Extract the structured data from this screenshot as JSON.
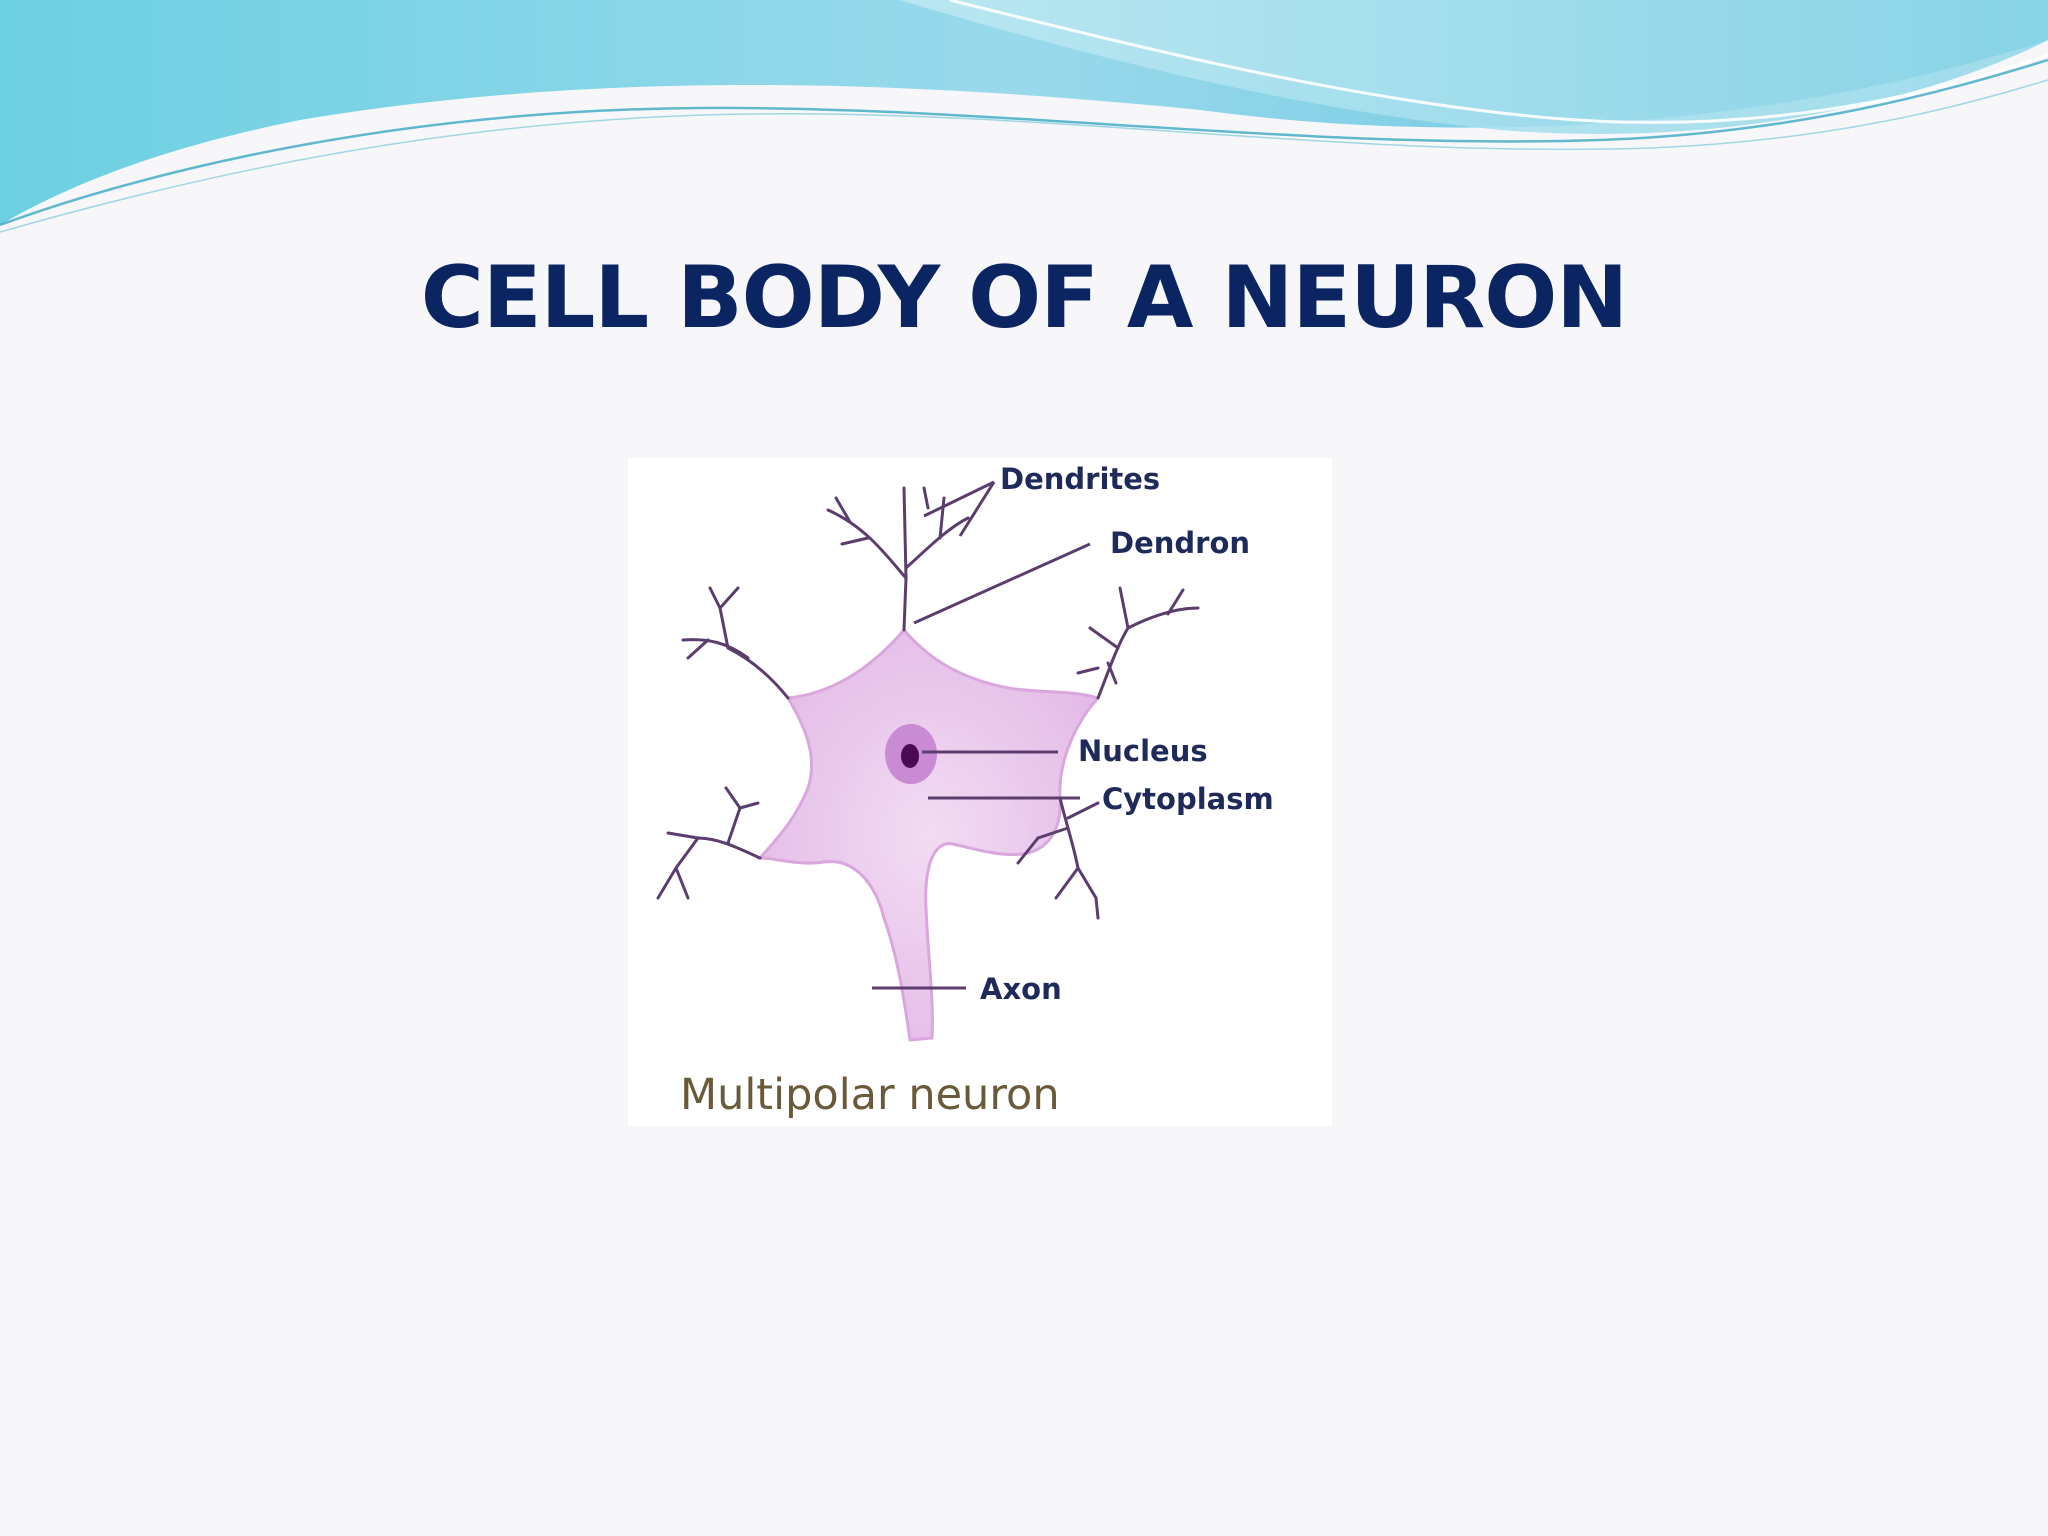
{
  "slide": {
    "title": "CELL BODY OF A NEURON",
    "colors": {
      "title": "#0b2563",
      "wave_light": "#a6e4ee",
      "wave_dark": "#4fbfd6",
      "cell_fill": "#ecc9ee",
      "dendrite": "#5b3d6e",
      "nucleus": "#4a0a55"
    }
  },
  "diagram": {
    "labels": {
      "dendrites": "Dendrites",
      "dendron": "Dendron",
      "nucleus": "Nucleus",
      "cytoplasm": "Cytoplasm",
      "axon": "Axon"
    },
    "caption": "Multipolar neuron"
  }
}
